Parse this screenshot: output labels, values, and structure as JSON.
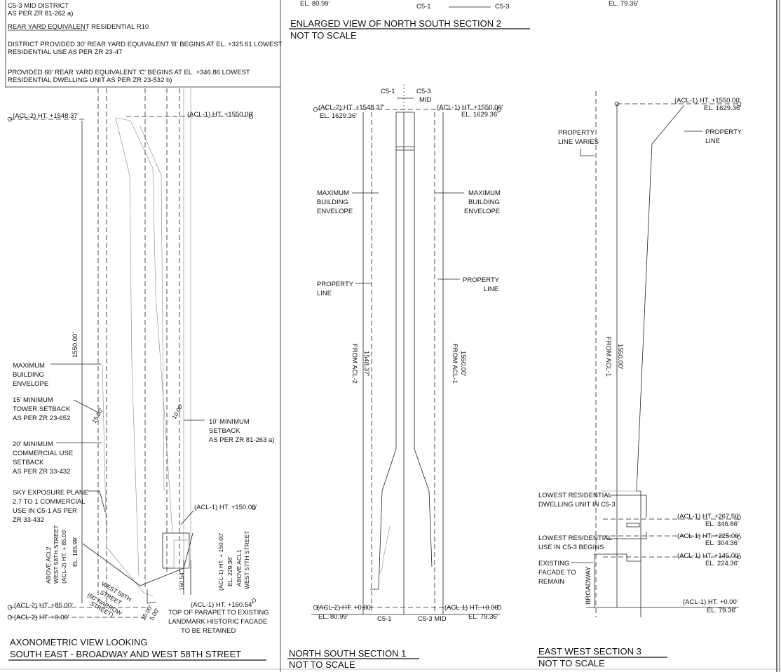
{
  "left_panel": {
    "notes": {
      "line1": "C5-3 MID DISTRICT",
      "line2": "AS PER ZR 81-262 a)",
      "line3": "REAR YARD EQUIVALENT RESIDENTIAL R10",
      "line4": "DISTRICT PROVIDED 30' REAR YARD EQUIVALENT 'B' BEGINS AT EL. +325.61 LOWEST",
      "line5": "RESIDENTIAL USE AS PER ZR 23-47",
      "line6": "PROVIDED 60' REAR YARD EQUIVALENT 'C' BEGINS AT EL. +346.86 LOWEST",
      "line7": "RESIDENTIAL DWELLING UNIT AS PER ZR 23-532 b)"
    },
    "acl2_top": "(ACL-2) HT. +1548.37'",
    "acl1_top": "(ACL-1) HT. +1550.00'",
    "height_dim": "1550.00'",
    "max_env": [
      "MAXIMUM",
      "BUILDING",
      "ENVELOPE"
    ],
    "tower_setback": [
      "15' MINIMUM",
      "TOWER SETBACK",
      "AS PER ZR 23-652"
    ],
    "dim_15": "15.00'",
    "dim_10": "10.00'",
    "min_setback": [
      "10' MINIMUM",
      "SETBACK",
      "AS PER ZR 81-263 a)"
    ],
    "commercial": [
      "20' MINIMUM",
      "COMMERCIAL USE",
      "SETBACK",
      "AS PER ZR 33-432"
    ],
    "sky": [
      "SKY EXPOSURE PLANE",
      "2.7 TO 1 COMMERCIAL",
      "USE IN C5-1 AS PER",
      "ZR 33-432"
    ],
    "acl1_150": "(ACL-1) HT. +150.00'",
    "above_acl2": [
      "ABOVE ACL2",
      "WEST 58TH STREET",
      "(ACL-2) HT. + 85.00'"
    ],
    "el_185": "EL. 185.99'",
    "acl1_150_v": "(ACL-1) HT. + 150.00'",
    "el_229": "EL. 229.36'",
    "above_acl1": [
      "ABOVE ACL1",
      "WEST 57TH STREET"
    ],
    "dim_160": "160.54'",
    "street58": [
      "WEST 58TH",
      "STREET",
      "(60' NARROW",
      "STREET)"
    ],
    "dim_15b": "15.00'",
    "dim_5": "5.00'",
    "acl2_85": "(ACL-2) HT. +85.00'",
    "acl2_0": "(ACL-2) HT. +0.00'",
    "acl1_160": "(ACL-1) HT. +160.54'",
    "parapet": [
      "TOP OF PARAPET TO EXISTING",
      "LANDMARK HISTORIC FACADE",
      "TO BE RETAINED"
    ],
    "title1": "AXONOMETRIC VIEW LOOKING",
    "title2": "SOUTH EAST - BROADWAY AND WEST 58TH STREET"
  },
  "middle_panel": {
    "top_el": "EL. 80.99'",
    "top_c51": "C5-1",
    "top_c53": "C5-3",
    "title": "ENLARGED VIEW OF NORTH SOUTH SECTION 2",
    "subtitle": "NOT TO SCALE",
    "c51": "C5-1",
    "c53": [
      "C5-3",
      "MID"
    ],
    "acl2_top": "(ACL-2) HT. +1548.37'",
    "el_1629": "EL. 1629.36'",
    "acl1_top": "(ACL-1) HT. +1550.00'",
    "el_1629b": "EL. 1629.36'",
    "max_env_l": [
      "MAXIMUM",
      "BUILDING",
      "ENVELOPE"
    ],
    "max_env_r": [
      "MAXIMUM",
      "BUILDING",
      "ENVELOPE"
    ],
    "prop_l": [
      "PROPERTY",
      "LINE"
    ],
    "prop_r": [
      "PROPERTY",
      "LINE"
    ],
    "from_acl2": "FROM ACL-2",
    "dim_1548": "1548.37'",
    "dim_1550": "1550.00'",
    "from_acl1": "FROM ACL-1",
    "acl2_0": "(ACL-2) HT. +0.00'",
    "el_80": "EL. 80.99'",
    "acl1_0": "(ACL-1) HT. +0.00'",
    "el_79": "EL. 79.36'",
    "bot_c51": "C5-1",
    "bot_c53": "C5-3 MID",
    "section1_title": "NORTH SOUTH SECTION 1",
    "section1_sub": "NOT TO SCALE"
  },
  "right_panel": {
    "top_el": "EL. 79.36'",
    "acl1_top": "(ACL-1) HT. +1550.00'",
    "el_1629": "EL. 1629.36'",
    "prop_varies": [
      "PROPERTY",
      "LINE VARIES"
    ],
    "prop_line": [
      "PROPERTY",
      "LINE"
    ],
    "dim_1550": "1550.00'",
    "from_acl1": "FROM ACL-1",
    "lowest_dw": [
      "LOWEST RESIDENTIAL",
      "DWELLING UNIT IN C5-3"
    ],
    "lowest_use": [
      "LOWEST RESIDENTIAL",
      "USE IN C5-3 BEGINS"
    ],
    "existing": [
      "EXISTING",
      "FACADE TO",
      "REMAIN"
    ],
    "broadway": "BROADWAY",
    "acl1_267": "(ACL-1) HT. +267.50'",
    "el_346": "EL. 346.86'",
    "acl1_225": "(ACL-1) HT. +225.00'",
    "el_304": "EL. 304.36'",
    "acl1_145": "(ACL-1) HT. +145.00'",
    "el_224": "EL. 224.36'",
    "acl1_0": "(ACL-1) HT. +0.00'",
    "el_79": "EL. 79.36'",
    "title": "EAST WEST SECTION 3",
    "subtitle": "NOT TO SCALE"
  }
}
